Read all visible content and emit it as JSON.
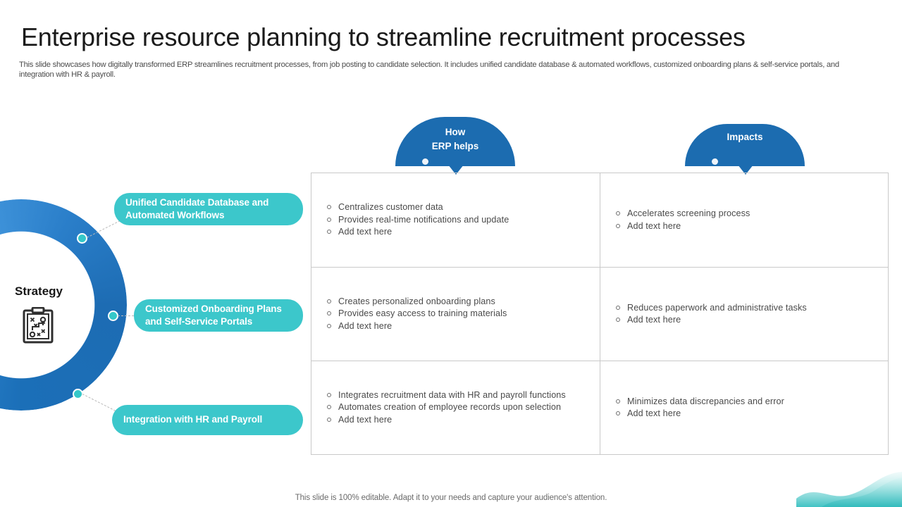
{
  "header": {
    "title": "Enterprise resource planning to streamline recruitment processes",
    "subtitle": "This slide showcases how digitally transformed ERP streamlines recruitment processes, from job posting to candidate selection. It includes unified candidate database & automated workflows, customized onboarding plans & self-service portals, and integration with HR & payroll."
  },
  "diagram": {
    "center_label": "Strategy",
    "center_icon": "clipboard-strategy-icon",
    "pills": [
      {
        "label": "Unified Candidate Database and Automated Workflows"
      },
      {
        "label": "Customized Onboarding Plans and Self-Service Portals"
      },
      {
        "label": "Integration with HR and Payroll"
      }
    ]
  },
  "columns": [
    {
      "label": "How\nERP helps"
    },
    {
      "label": "Impacts"
    }
  ],
  "table": {
    "rows": [
      {
        "how": [
          "Centralizes customer data",
          "Provides real-time notifications and update",
          "Add text here"
        ],
        "impacts": [
          "Accelerates screening process",
          "Add text here"
        ]
      },
      {
        "how": [
          "Creates personalized onboarding plans",
          "Provides easy access to training materials",
          "Add text here"
        ],
        "impacts": [
          "Reduces paperwork and administrative tasks",
          "Add text here"
        ]
      },
      {
        "how": [
          "Integrates recruitment data with HR and payroll functions",
          "Automates creation of employee records upon selection",
          "Add text here"
        ],
        "impacts": [
          "Minimizes data discrepancies and error",
          "Add text here"
        ]
      }
    ]
  },
  "footer": {
    "note": "This slide is 100% editable. Adapt it to your needs and capture your audience's attention."
  },
  "colors": {
    "ring_blue": "#2f86d0",
    "dome_blue": "#1c6cb0",
    "pill_teal": "#3cc7cb",
    "dot_teal": "#35c8c9",
    "wave_teal": "#5fc8c8",
    "border_gray": "#c9c9c9",
    "body_text": "#4a4a4a"
  }
}
